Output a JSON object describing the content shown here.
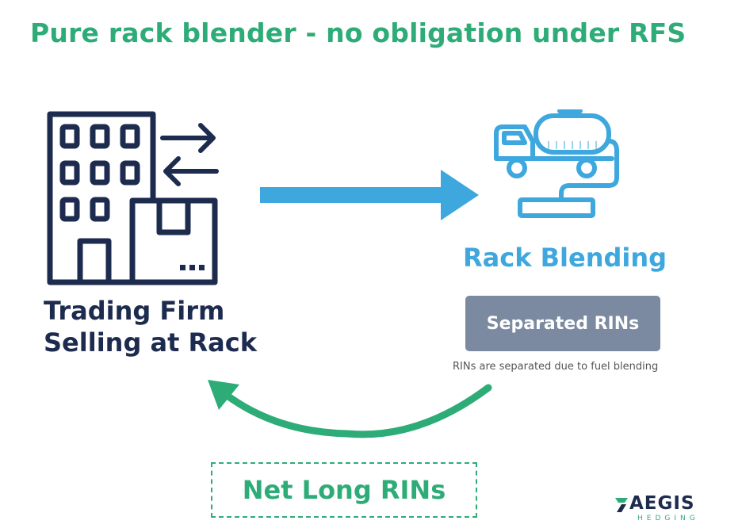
{
  "title": "Pure rack blender - no obligation under RFS",
  "trading_firm": {
    "line1": "Trading Firm",
    "line2": "Selling at Rack",
    "icon": "building-with-exchange-arrows-and-box-icon"
  },
  "rack_blending": {
    "title": "Rack Blending",
    "icon": "tanker-truck-unloading-icon"
  },
  "separated_rins": {
    "label": "Separated RINs",
    "caption": "RINs are separated due to fuel blending"
  },
  "net_long": {
    "label": "Net Long RINs"
  },
  "logo": {
    "name": "AEGIS",
    "subtitle": "HEDGING"
  },
  "colors": {
    "title_green": "#2eac78",
    "navy": "#1d2b4f",
    "blue": "#3ea8de",
    "badge_gray": "#7b8aa0"
  }
}
